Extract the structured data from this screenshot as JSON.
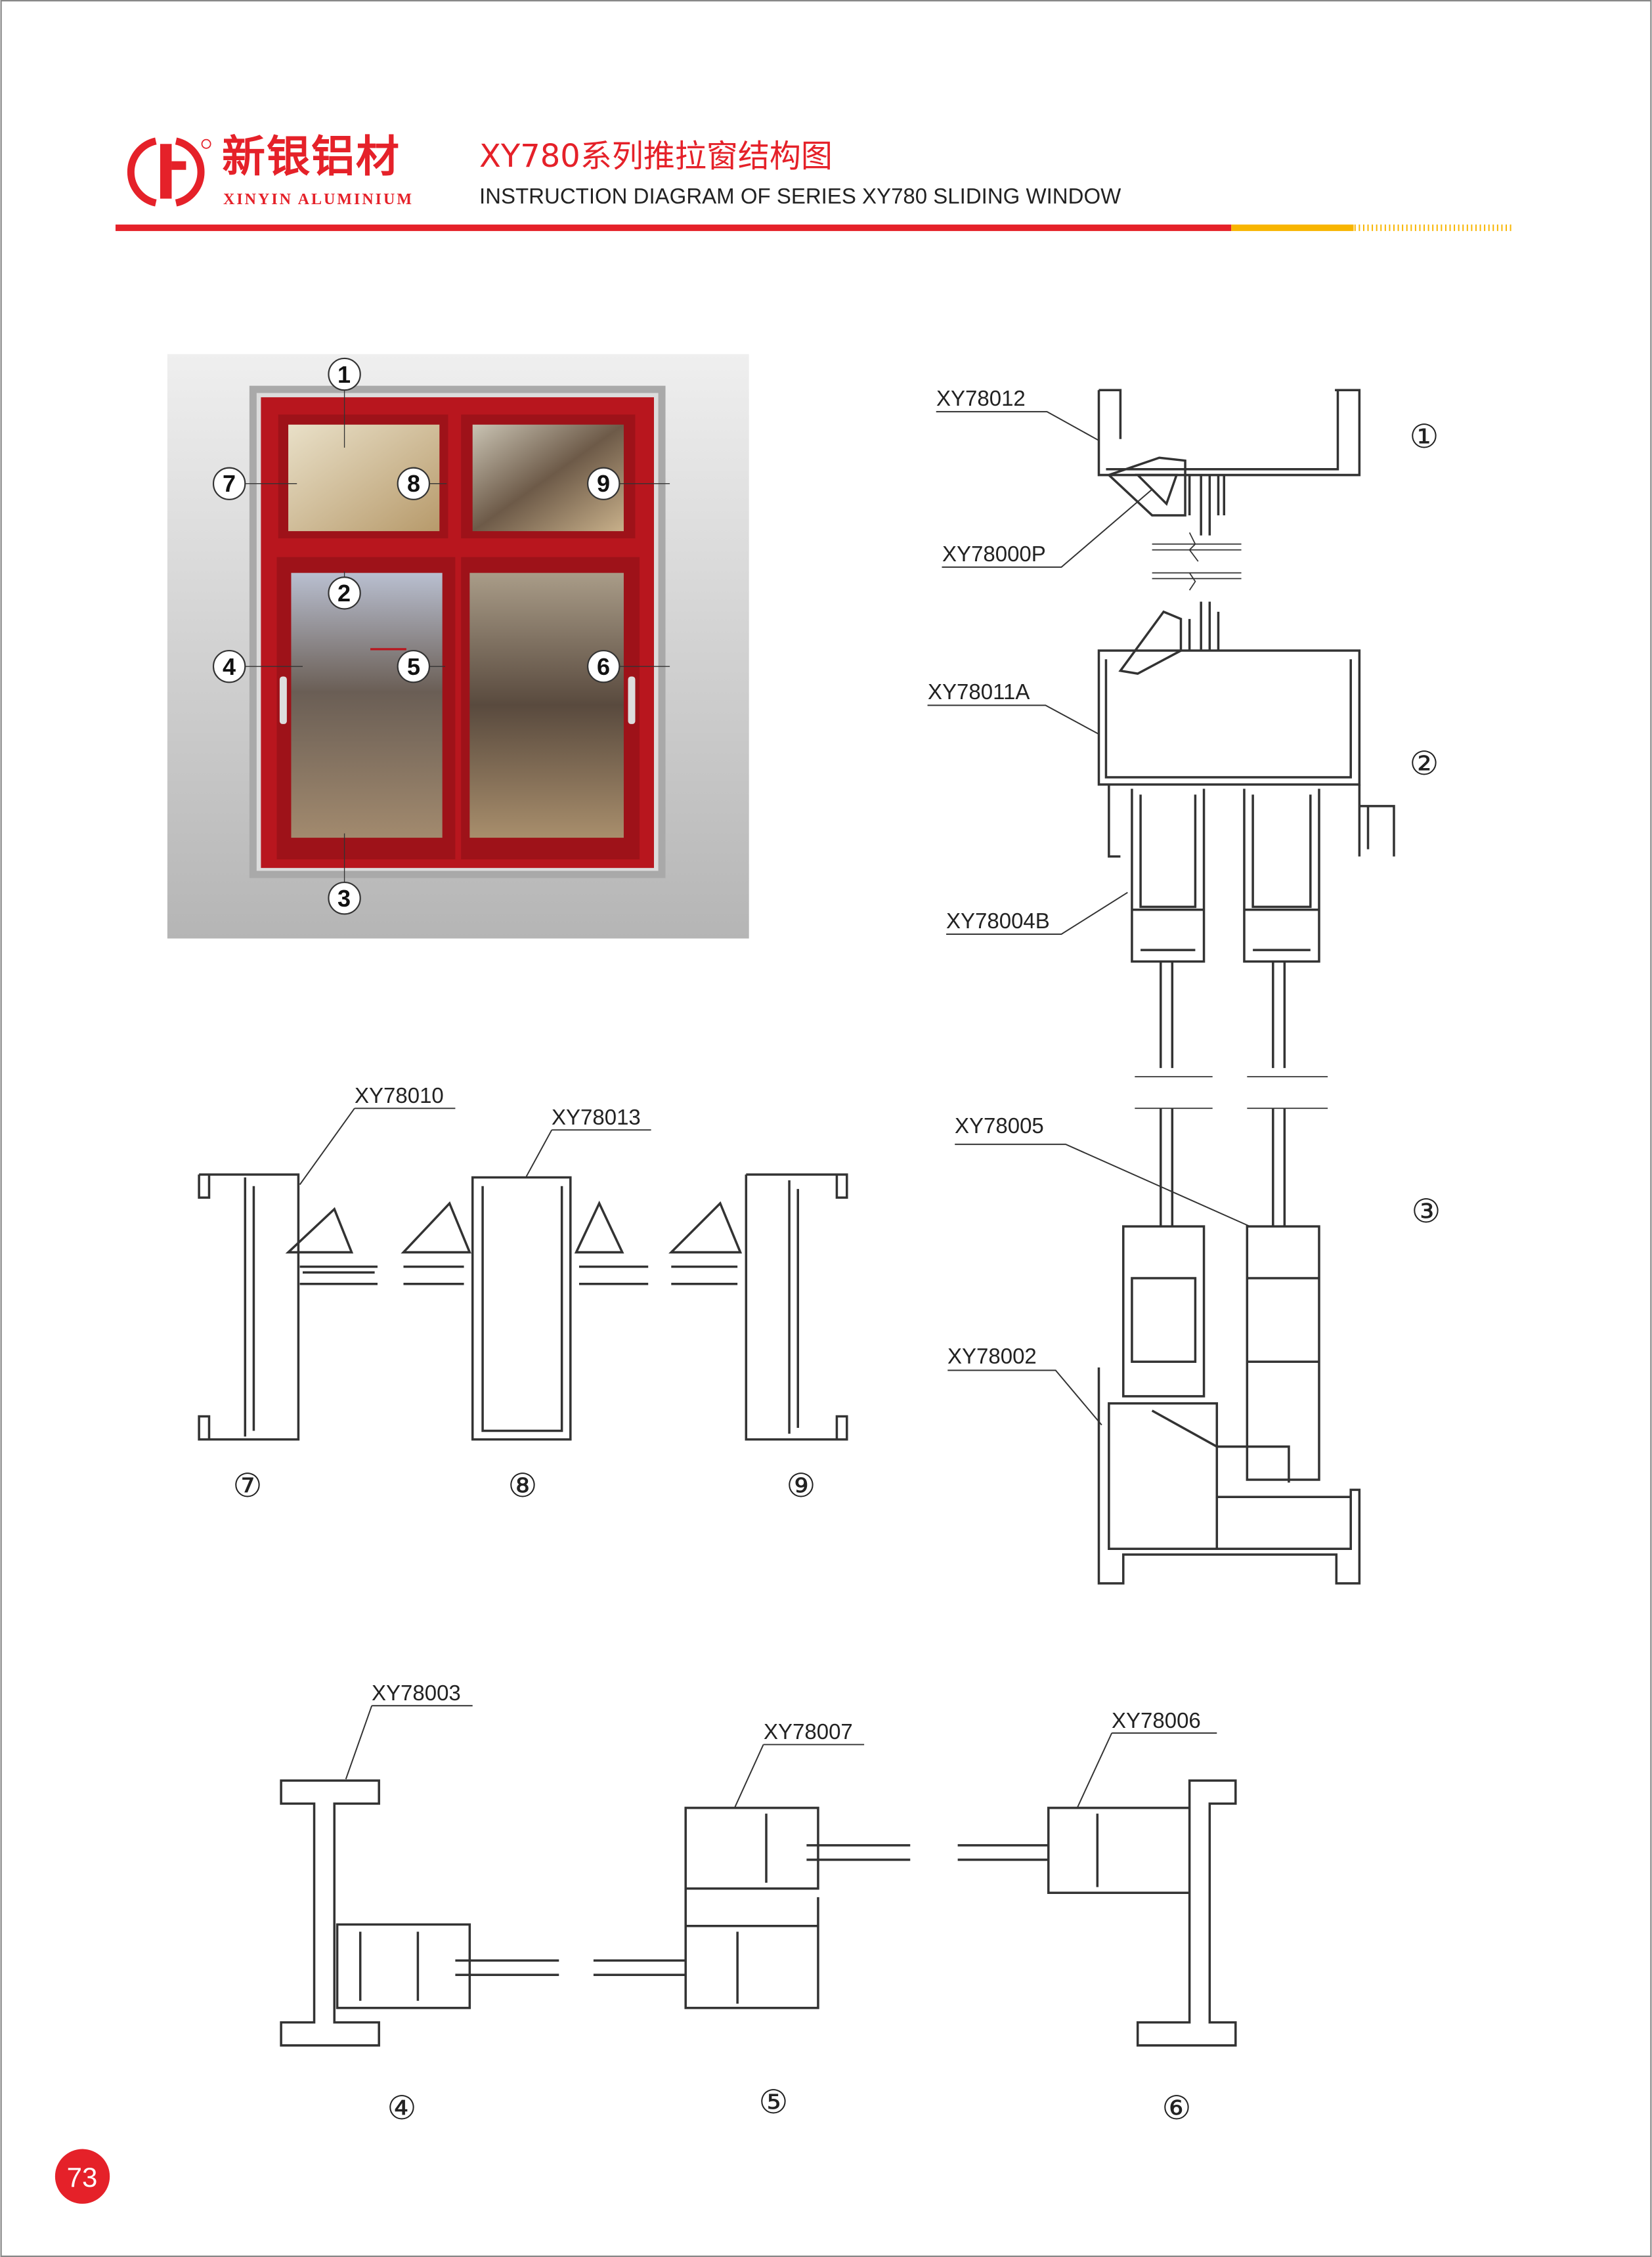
{
  "header": {
    "brand_cn": "新银铝材",
    "brand_en": "XINYIN ALUMINIUM",
    "title_cn": "XY780系列推拉窗结构图",
    "title_en": "INSTRUCTION DIAGRAM OF SERIES XY780 SLIDING WINDOW"
  },
  "colors": {
    "accent": "#e52129",
    "yellow": "#f8b500",
    "frame": "#b8161e"
  },
  "photo": {
    "callouts": [
      "1",
      "2",
      "3",
      "4",
      "5",
      "6",
      "7",
      "8",
      "9"
    ]
  },
  "section_numbers": {
    "s1": "①",
    "s2": "②",
    "s3": "③",
    "s4": "④",
    "s5": "⑤",
    "s6": "⑥",
    "s7": "⑦",
    "s8": "⑧",
    "s9": "⑨"
  },
  "profiles": {
    "p1": "XY78012",
    "p2": "XY78000P",
    "p3": "XY78011A",
    "p4": "XY78004B",
    "p5": "XY78005",
    "p6": "XY78002",
    "p7": "XY78010",
    "p8": "XY78013",
    "p9": "XY78003",
    "p10": "XY78007",
    "p11": "XY78006"
  },
  "page_number": "73"
}
